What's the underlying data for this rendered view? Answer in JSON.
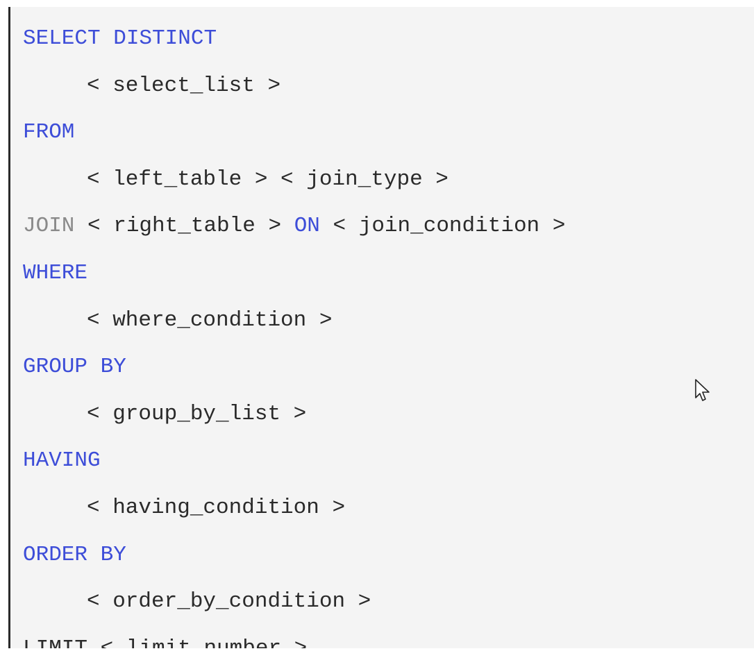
{
  "code": {
    "lines": [
      {
        "indent": false,
        "tokens": [
          {
            "text": "SELECT DISTINCT",
            "kind": "keyword"
          }
        ]
      },
      {
        "indent": true,
        "tokens": [
          {
            "text": "< select_list >",
            "kind": "placeholder"
          }
        ]
      },
      {
        "indent": false,
        "tokens": [
          {
            "text": "FROM",
            "kind": "keyword"
          }
        ]
      },
      {
        "indent": true,
        "tokens": [
          {
            "text": "< left_table > < join_type >",
            "kind": "placeholder"
          }
        ]
      },
      {
        "indent": false,
        "tokens": [
          {
            "text": "JOIN",
            "kind": "join"
          },
          {
            "text": " < right_table > ",
            "kind": "placeholder"
          },
          {
            "text": "ON",
            "kind": "keyword"
          },
          {
            "text": " < join_condition >",
            "kind": "placeholder"
          }
        ]
      },
      {
        "indent": false,
        "tokens": [
          {
            "text": "WHERE",
            "kind": "keyword"
          }
        ]
      },
      {
        "indent": true,
        "tokens": [
          {
            "text": "< where_condition >",
            "kind": "placeholder"
          }
        ]
      },
      {
        "indent": false,
        "tokens": [
          {
            "text": "GROUP BY",
            "kind": "keyword"
          }
        ]
      },
      {
        "indent": true,
        "tokens": [
          {
            "text": "< group_by_list >",
            "kind": "placeholder"
          }
        ]
      },
      {
        "indent": false,
        "tokens": [
          {
            "text": "HAVING",
            "kind": "keyword"
          }
        ]
      },
      {
        "indent": true,
        "tokens": [
          {
            "text": "< having_condition >",
            "kind": "placeholder"
          }
        ]
      },
      {
        "indent": false,
        "tokens": [
          {
            "text": "ORDER BY",
            "kind": "keyword"
          }
        ]
      },
      {
        "indent": true,
        "tokens": [
          {
            "text": "< order_by_condition >",
            "kind": "placeholder"
          }
        ]
      },
      {
        "indent": false,
        "tokens": [
          {
            "text": "LIMIT < limit_number >",
            "kind": "placeholder"
          }
        ]
      }
    ]
  },
  "colors": {
    "keyword": "#3d4dd8",
    "join": "#8a8a8a",
    "placeholder": "#2a2a2a",
    "panel_background": "#f4f4f4",
    "panel_border": "#2b2b2b"
  },
  "icons": {
    "cursor": "mouse-pointer-icon"
  }
}
